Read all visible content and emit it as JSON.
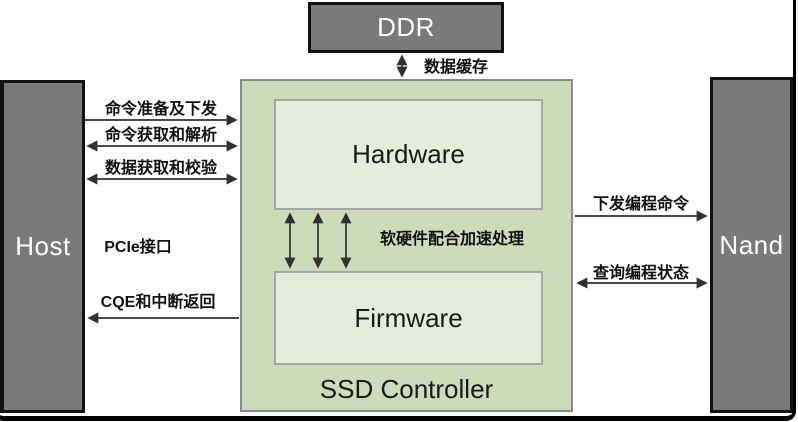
{
  "diagram": {
    "title": "SSD Controller architecture diagram",
    "blocks": {
      "ddr": "DDR",
      "host": "Host",
      "nand": "Nand",
      "hardware": "Hardware",
      "firmware": "Firmware",
      "ssd_controller": "SSD Controller"
    },
    "labels": {
      "ddr_cache": "数据缓存",
      "cmd_prepare": "命令准备及下发",
      "cmd_parse": "命令获取和解析",
      "data_check": "数据获取和校验",
      "pcie": "PCIe接口",
      "cqe_return": "CQE和中断返回",
      "hw_fw_accel": "软硬件配合加速处理",
      "prog_cmd": "下发编程命令",
      "prog_status": "查询编程状态"
    },
    "colors": {
      "block_gray": "#7a7a7a",
      "block_border": "#111111",
      "controller_green": "#ccdcba",
      "inner_green": "#e4edda",
      "inner_border": "#a6a6a6",
      "arrow": "#303030",
      "frame": "#000000",
      "label_text": "#111111",
      "block_text": "#ffffff"
    }
  }
}
